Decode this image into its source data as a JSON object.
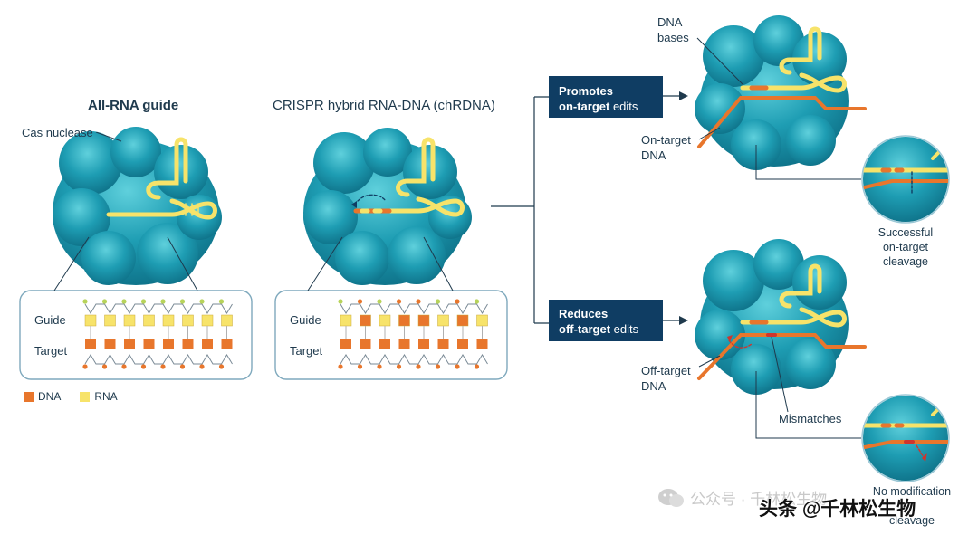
{
  "left_panel": {
    "title": "All-RNA guide",
    "cas_label": "Cas nuclease",
    "row_guide": "Guide",
    "row_target": "Target"
  },
  "middle_panel": {
    "title": "CRISPR hybrid RNA-DNA (chRDNA)",
    "row_guide": "Guide",
    "row_target": "Target"
  },
  "legend": {
    "dna": "DNA",
    "rna": "RNA",
    "dna_color": "#e8762c",
    "rna_color": "#f7e36a"
  },
  "promotes": {
    "line1": "Promotes",
    "line2_bold": "on-target",
    "line2_rest": " edits"
  },
  "reduces": {
    "line1": "Reduces",
    "line2_bold": "off-target",
    "line2_rest": " edits"
  },
  "top_right": {
    "dna_bases_1": "DNA",
    "dna_bases_2": "bases",
    "on_target_1": "On-target",
    "on_target_2": "DNA",
    "success_1": "Successful",
    "success_2": "on-target",
    "success_3": "cleavage"
  },
  "bottom_right": {
    "off_target_1": "Off-target",
    "off_target_2": "DNA",
    "mismatches": "Mismatches",
    "partial_1": "No modification",
    "partial_3": "cleavage"
  },
  "watermark": {
    "wechat": "公众号 · 千林松生物",
    "toutiao": "头条 @千林松生物"
  },
  "colors": {
    "protein": "#1f9fb4",
    "protein_dark": "#127c92",
    "navy": "#0f3d63",
    "dna": "#e8762c",
    "rna": "#f7e36a"
  }
}
